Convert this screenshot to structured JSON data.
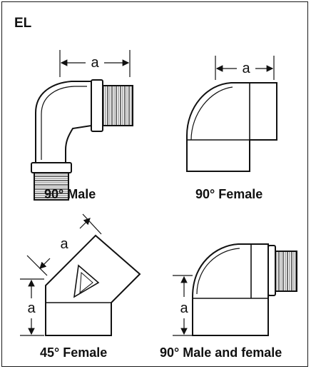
{
  "title": "EL",
  "dimension_label": "a",
  "fittings": [
    {
      "caption": "90° Male"
    },
    {
      "caption": "90° Female"
    },
    {
      "caption": "45° Female"
    },
    {
      "caption": "90° Male and female"
    }
  ],
  "colors": {
    "ink": "#111111",
    "background": "#ffffff",
    "frame": "#1a1a1a"
  }
}
